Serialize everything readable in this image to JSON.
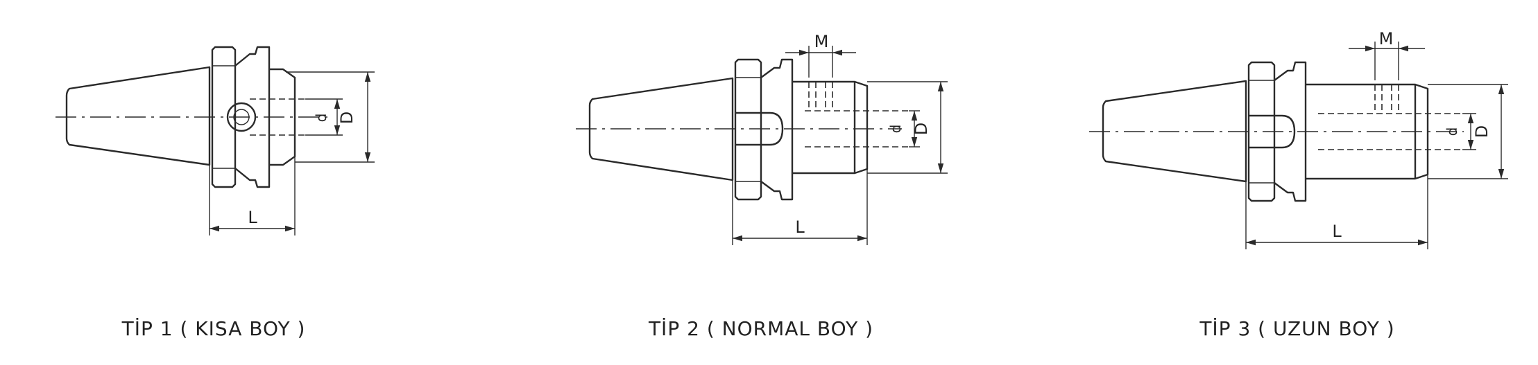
{
  "figures": [
    {
      "caption": "TİP 1 ( KISA BOY )",
      "labels": {
        "d": "d",
        "D": "D",
        "L": "L"
      }
    },
    {
      "caption": "TİP 2 ( NORMAL BOY )",
      "labels": {
        "M": "M",
        "d": "d",
        "D": "D",
        "L": "L"
      }
    },
    {
      "caption": "TİP 3 ( UZUN BOY )",
      "labels": {
        "M": "M",
        "d": "d",
        "D": "D",
        "L": "L"
      }
    }
  ]
}
